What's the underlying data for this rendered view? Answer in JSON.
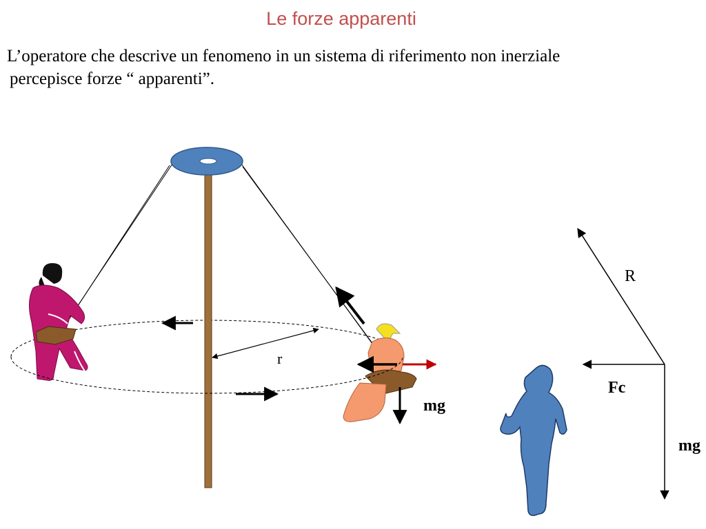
{
  "title": "Le forze apparenti",
  "text": {
    "line1": "L’operatore che descrive un fenomeno in un sistema di riferimento non inerziale",
    "line2": "percepisce forze “ apparenti”."
  },
  "diagram": {
    "label_radius": "r",
    "label_mg_rider": "mg",
    "label_R": "R",
    "label_Fc": "Fc",
    "label_mg_vector": "mg"
  },
  "colors": {
    "title": "#c0504d",
    "disc": "#4f81bd",
    "pole": "#a0703c",
    "rider_left": "#c0176e",
    "rider_right": "#f59a6e",
    "observer": "#4f81bd",
    "red_arrow": "#c00000"
  }
}
